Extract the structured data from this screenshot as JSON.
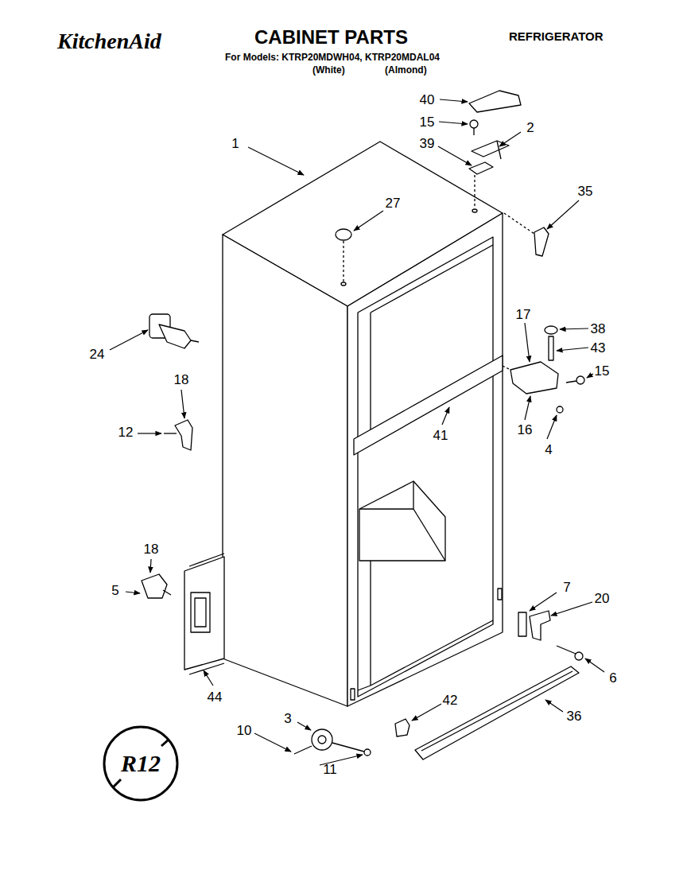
{
  "diagram": {
    "title": "CABINET PARTS",
    "labels": [
      "KitchenAid",
      "REFRIGERATOR",
      "For Models: KTRP20MDWH04, KTRP20MDAL04",
      "(White)",
      "(Almond)",
      "40",
      "15",
      "2",
      "39",
      "1",
      "27",
      "35",
      "24",
      "17",
      "38",
      "43",
      "15",
      "18",
      "12",
      "41",
      "16",
      "4",
      "18",
      "5",
      "7",
      "20",
      "6",
      "44",
      "3",
      "42",
      "36",
      "10",
      "11",
      "R12"
    ]
  }
}
